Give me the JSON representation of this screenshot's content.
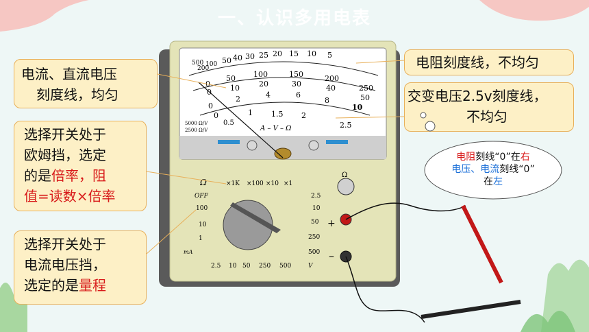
{
  "slide_title": "一、认识多用电表",
  "callouts": {
    "current_voltage_scale": {
      "line1": "电流、直流电压",
      "line2": "刻度线，均匀"
    },
    "resistance_scale": "电阻刻度线，不均匀",
    "ac_scale": {
      "line1": "交变电压2.5v刻度线，",
      "line2": "不均匀"
    },
    "ohm_switch": {
      "line1": "选择开关处于",
      "line2": "欧姆挡，选定",
      "line3_a": "的是",
      "line3_b": "倍率，阻",
      "line4": "值=读数×倍率"
    },
    "current_switch": {
      "line1": "选择开关处于",
      "line2": "电流电压挡，",
      "line3_a": "选定的是",
      "line3_b": "量程"
    }
  },
  "cloud": {
    "l1_a": "电阻",
    "l1_b": "刻线“0”在",
    "l1_c": "右",
    "l2_a": "电压、电流",
    "l2_b": "刻线“0”",
    "l3_a": "在",
    "l3_b": "左"
  },
  "meter": {
    "ohm_scale": [
      "500",
      "200",
      "100",
      "50",
      "40",
      "30",
      "25",
      "20",
      "15",
      "10",
      "5"
    ],
    "dc_scale_a": [
      "0",
      "50",
      "100",
      "150",
      "200",
      "250"
    ],
    "dc_scale_b": [
      "0",
      "10",
      "20",
      "30",
      "40",
      "50"
    ],
    "dc_scale_c": [
      "0",
      "2",
      "4",
      "6",
      "8",
      "10"
    ],
    "ac_scale": [
      "0",
      "0.5",
      "1",
      "1.5",
      "2",
      "2.5"
    ],
    "dial_label": "A – V – Ω",
    "spec_1": "5000 Ω/V",
    "spec_2": "2500 Ω/V",
    "ohm_sym": "Ω",
    "range_ohm": [
      "×1K",
      "×100",
      "×10",
      "×1"
    ],
    "off": "OFF",
    "range_ac": [
      "2.5",
      "10",
      "50",
      "250",
      "500"
    ],
    "range_ma": [
      "100",
      "10",
      "1"
    ],
    "ma_label": "mA",
    "range_dcv": [
      "2.5",
      "10",
      "50",
      "250",
      "500"
    ],
    "v_label": "V",
    "plus": "+",
    "minus": "–",
    "adjust_sym": "Ω"
  },
  "colors": {
    "callout_bg": "#fdf0c6",
    "callout_border": "#e8b05a",
    "highlight_red": "#d81a1a",
    "highlight_blue": "#1a6fd8",
    "meter_body": "#e4e4b8"
  }
}
